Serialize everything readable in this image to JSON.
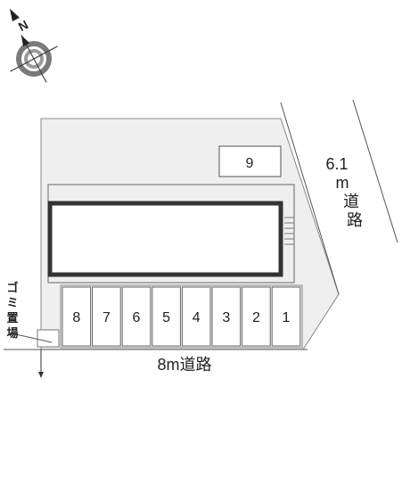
{
  "compass": {
    "north_letter": "N"
  },
  "roads": {
    "right_label_chars": [
      "6.1",
      "m",
      "道",
      "路"
    ],
    "bottom_label": "8m道路"
  },
  "garbage": {
    "label_chars": [
      "ゴ",
      "ミ",
      "置",
      "場"
    ]
  },
  "parking": {
    "slots": [
      "8",
      "7",
      "6",
      "5",
      "4",
      "3",
      "2",
      "1"
    ],
    "extra_slot": "9"
  },
  "colors": {
    "lot_fill": "#efefef",
    "line": "#555555",
    "building_outline": "#333333",
    "text": "#222222"
  }
}
